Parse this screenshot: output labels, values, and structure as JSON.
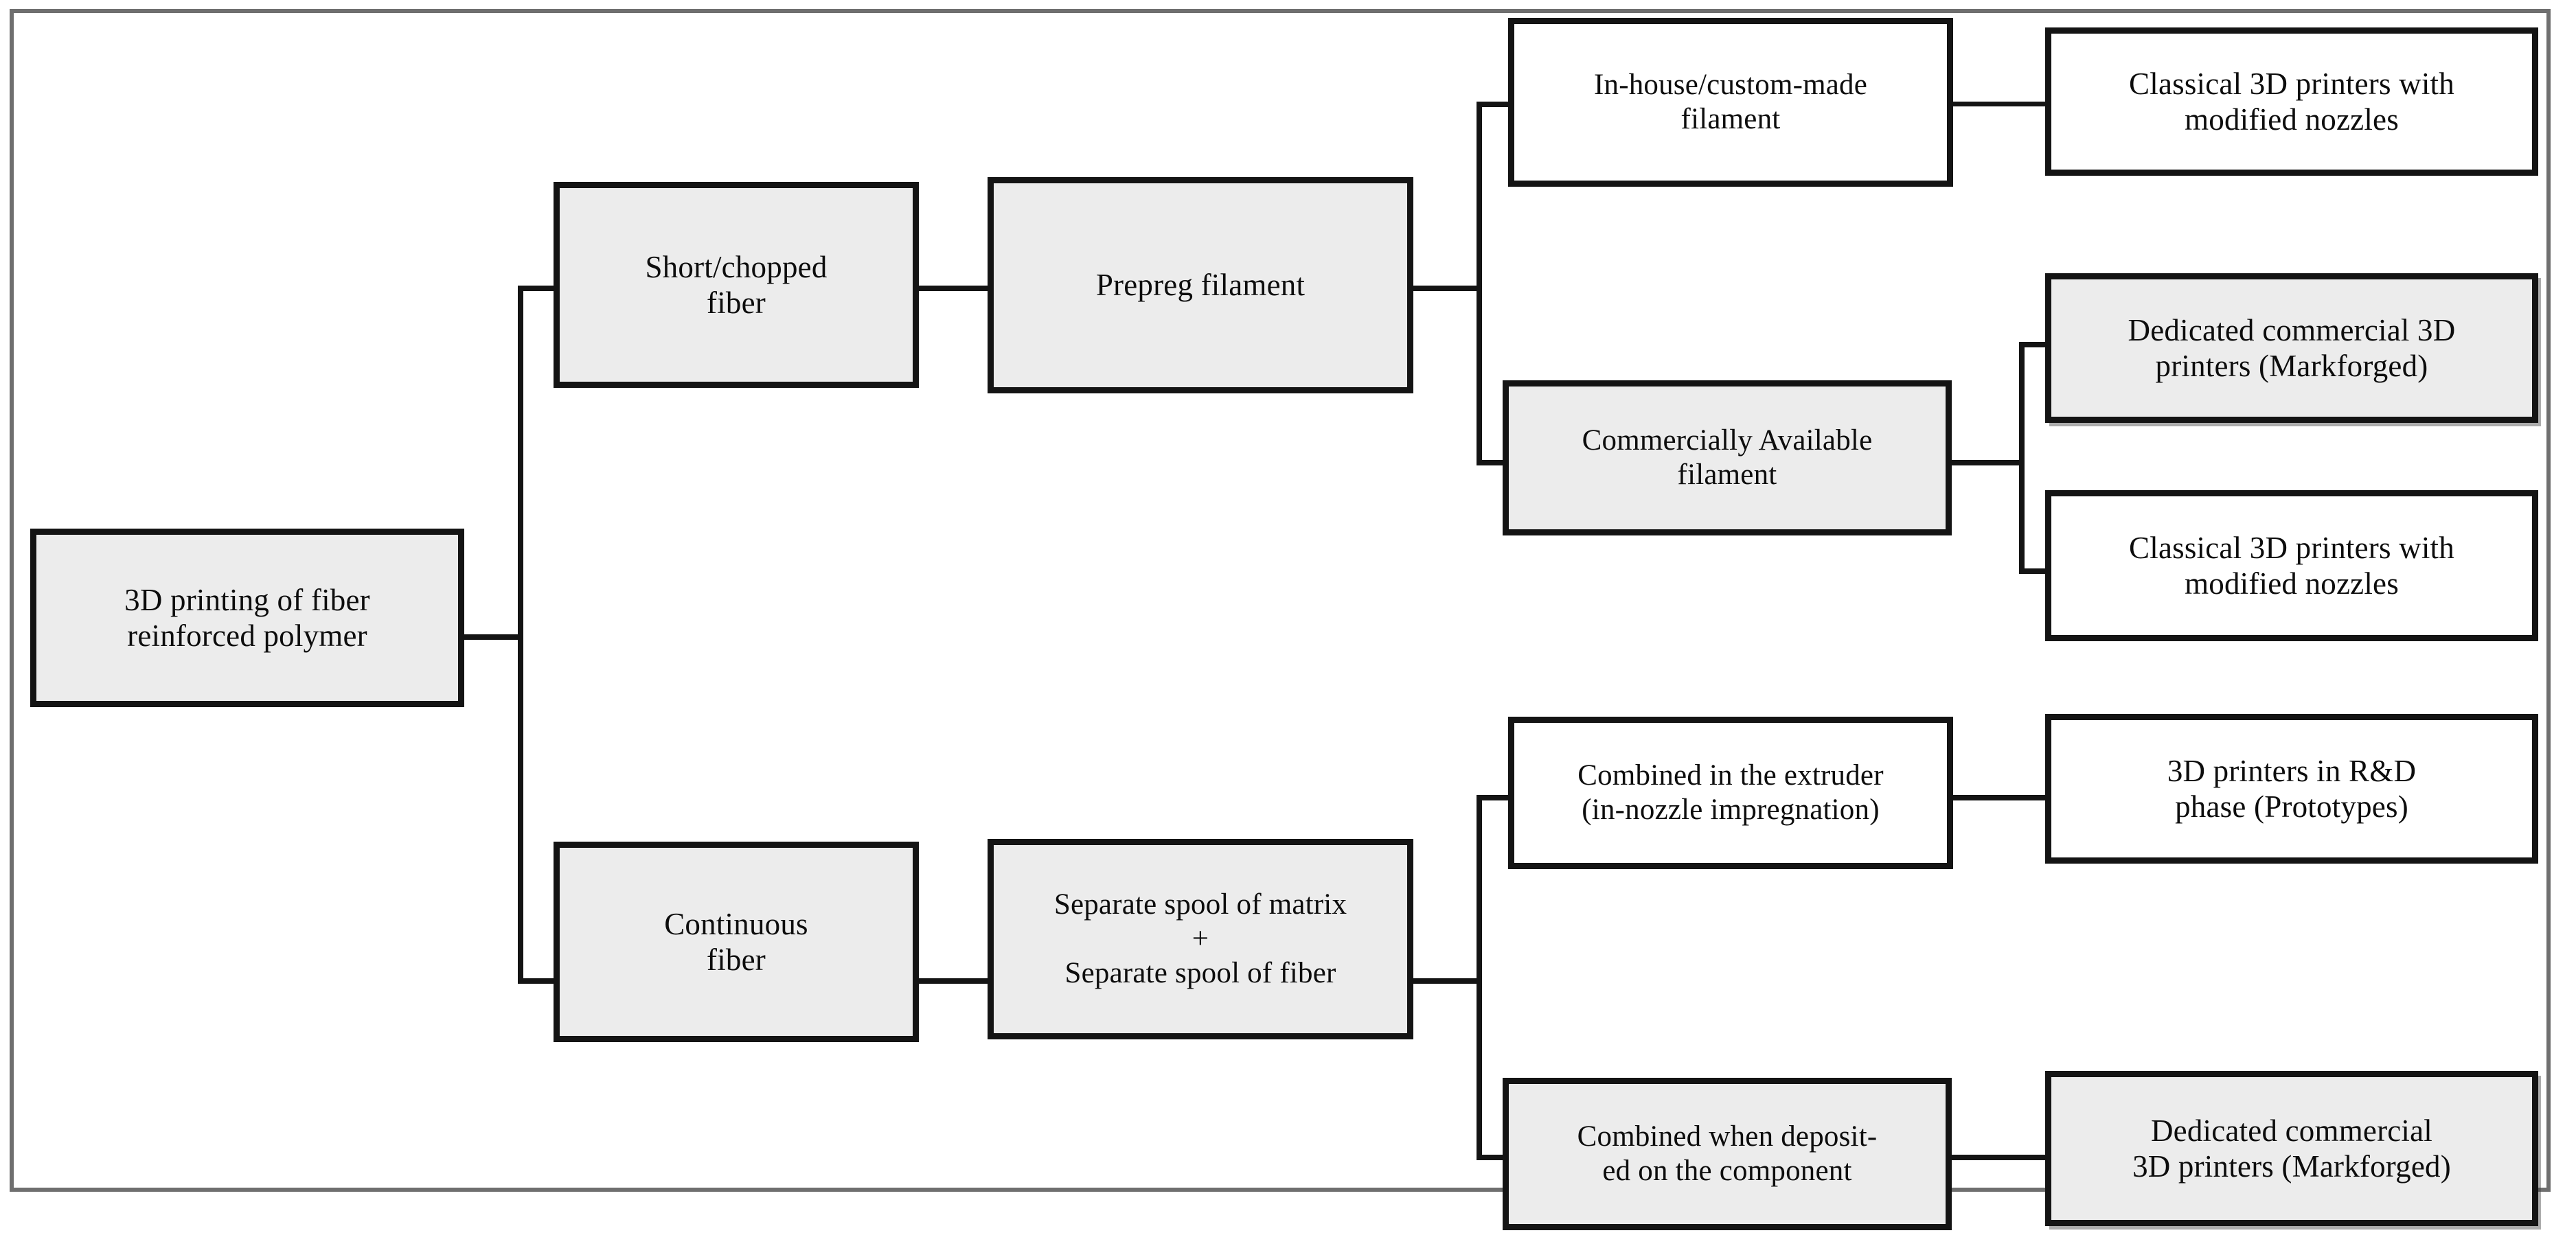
{
  "diagram": {
    "title_text": "3D printing of fiber reinforced polymer classification flowchart",
    "colors": {
      "box_border": "#141414",
      "box_fill_gray": "#ececec",
      "box_fill_white": "#ffffff",
      "frame_border": "#6f6f6f",
      "background": "#ffffff",
      "text": "#0d0d0d"
    },
    "nodes": {
      "root": "3D printing of fiber\nreinforced polymer",
      "short_chopped_fiber": "Short/chopped\nfiber",
      "prepreg_filament": "Prepreg filament",
      "in_house_filament": "In-house/custom-made\nfilament",
      "classical_printers_top": "Classical 3D printers with\nmodified nozzles",
      "commercially_available_filament": "Commercially Available\nfilament",
      "dedicated_markforged_top": "Dedicated commercial 3D\nprinters (Markforged)",
      "classical_printers_second": "Classical 3D printers with\nmodified nozzles",
      "continuous_fiber": "Continuous\nfiber",
      "separate_spools": "Separate spool of matrix\n+\nSeparate spool of fiber",
      "combined_in_extruder": "Combined in the extruder\n(in-nozzle impregnation)",
      "printers_rnd_phase": "3D printers in R&D\nphase (Prototypes)",
      "combined_when_deposited": "Combined when deposit-\ned on the component",
      "dedicated_markforged_bottom": "Dedicated commercial\n3D printers (Markforged)"
    }
  }
}
